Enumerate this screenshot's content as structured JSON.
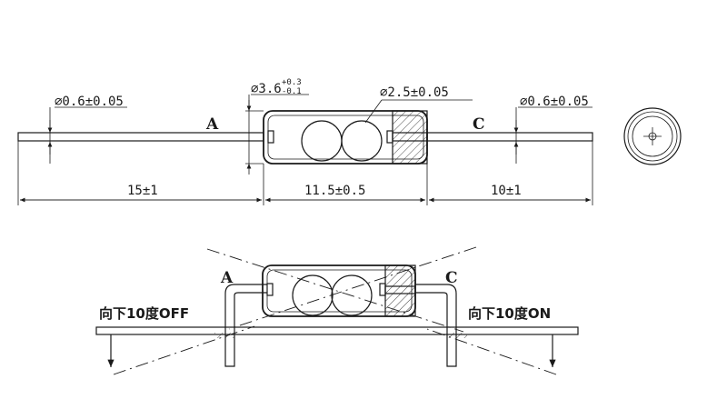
{
  "top_view": {
    "lead_dia_left": "⌀0.6±0.05",
    "lead_dia_right": "⌀0.6±0.05",
    "body_dia": "⌀3.6",
    "body_dia_tol_upper": "+0.3",
    "body_dia_tol_lower": "-0.1",
    "ball_dia": "⌀2.5±0.05",
    "terminal_a": "A",
    "terminal_c": "C",
    "dim_left_lead": "15±1",
    "dim_body": "11.5±0.5",
    "dim_right_lead": "10±1"
  },
  "bottom_view": {
    "terminal_a": "A",
    "terminal_c": "C",
    "tilt_left_note": "向下10度OFF",
    "tilt_right_note": "向下10度ON"
  }
}
